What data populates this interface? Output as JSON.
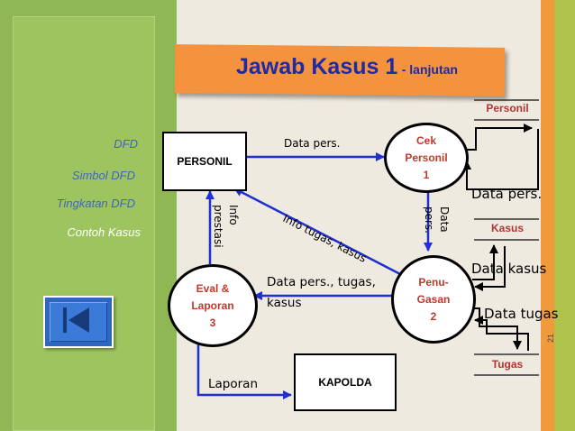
{
  "title": {
    "main": "Jawab Kasus 1",
    "sub": "- lanjutan"
  },
  "page_number": "21",
  "nav": {
    "items": [
      {
        "label": "DFD",
        "active": false
      },
      {
        "label": "Simbol DFD",
        "active": false
      },
      {
        "label": "Tingkatan DFD",
        "active": false
      },
      {
        "label": "Contoh Kasus",
        "active": true
      }
    ],
    "back_icon": "skip-back-icon"
  },
  "colors": {
    "accent_orange": "#f5923d",
    "title_blue": "#1f2aa6",
    "flow_blue": "#1f2fd1",
    "process_red": "#c0392b",
    "store_red": "#b03535"
  },
  "entities": {
    "personil": "PERSONIL",
    "kapolda": "KAPOLDA"
  },
  "processes": {
    "cek": {
      "line1": "Cek",
      "line2": "Personil",
      "line3": "1"
    },
    "penugasan": {
      "line1": "Penu-",
      "line2": "Gasan",
      "line3": "2"
    },
    "eval": {
      "line1": "Eval &",
      "line2": "Laporan",
      "line3": "3"
    }
  },
  "stores": {
    "personil": "Personil",
    "kasus": "Kasus",
    "tugas": "Tugas"
  },
  "flows": {
    "data_pers_top": "Data pers.",
    "data_pers_store": "Data pers.",
    "data_pers_vertical_1": "Data",
    "data_pers_vertical_2": "pers.",
    "info_tugas_kasus": "Info tugas, kasus",
    "info_prestasi_1": "Info",
    "info_prestasi_2": "prestasi",
    "data_pers_tugas_1": "Data pers., tugas,",
    "data_pers_tugas_2": "kasus",
    "data_kasus": "Data kasus",
    "data_tugas": "Data tugas",
    "laporan": "Laporan"
  }
}
